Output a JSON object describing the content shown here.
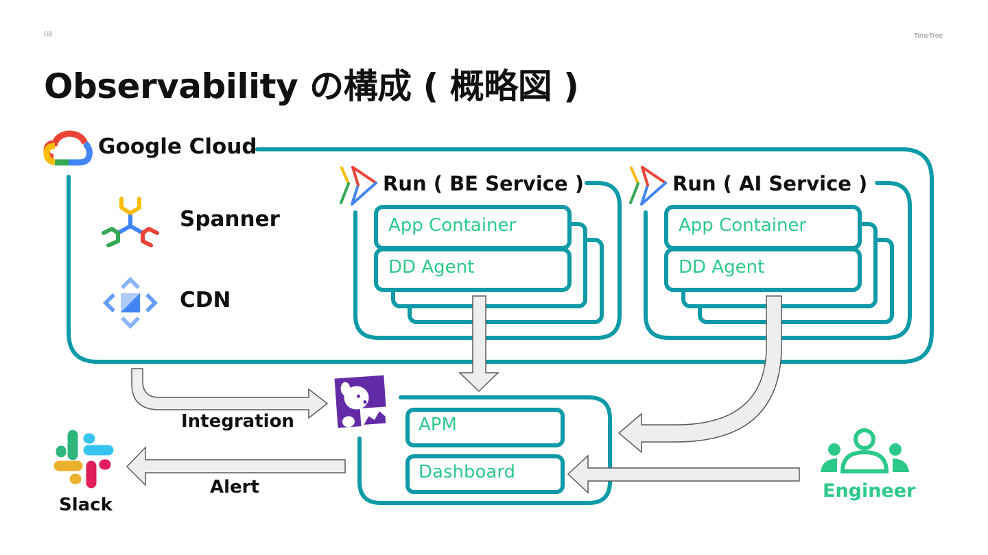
{
  "slide": {
    "page_number": "08",
    "brand": "TimeTree",
    "title": "Observability の構成 ( 概略図 )"
  },
  "colors": {
    "frame": "#0e9aa7",
    "box_text": "#2dc98a",
    "arrow_fill": "#eeeeee",
    "arrow_stroke": "#5a5a5a",
    "datadog_purple": "#632ca6",
    "engineer_green": "#2dc98a"
  },
  "google_cloud": {
    "label": "Google Cloud",
    "services": [
      {
        "name": "Spanner",
        "icon": "spanner-icon"
      },
      {
        "name": "CDN",
        "icon": "cdn-icon"
      }
    ],
    "run_services": [
      {
        "label": "Run ( BE Service )",
        "containers": [
          "App Container",
          "DD Agent"
        ]
      },
      {
        "label": "Run ( AI Service )",
        "containers": [
          "App Container",
          "DD Agent"
        ]
      }
    ]
  },
  "datadog": {
    "icon": "datadog-icon",
    "modules": [
      "APM",
      "Dashboard"
    ]
  },
  "edges": {
    "integration": "Integration",
    "alert": "Alert"
  },
  "slack": {
    "label": "Slack",
    "icon": "slack-icon"
  },
  "engineer": {
    "label": "Engineer",
    "icon": "people-group-icon"
  }
}
